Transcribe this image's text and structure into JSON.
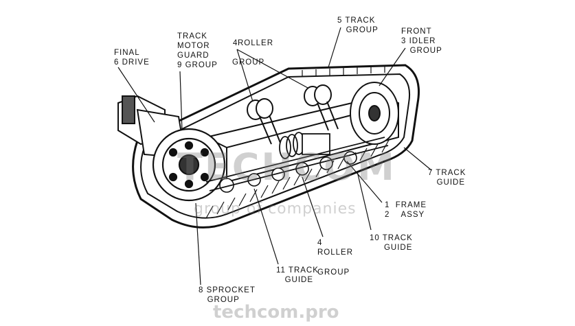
{
  "labels": {
    "final_drive": "FINAL\n6 DRIVE",
    "track_motor_guard": "TRACK\nMOTOR\nGUARD\n9 GROUP",
    "roller_top_num": "4",
    "roller_top_text": "ROLLER",
    "roller_top_group": "GROUP",
    "track_group": "5 TRACK\n   GROUP",
    "front_idler": "FRONT\n3 IDLER\n   GROUP",
    "track_guide_7": "7 TRACK\n   GUIDE",
    "frame_assy": "1  FRAME\n2    ASSY",
    "track_guide_10": "10 TRACK\n     GUIDE",
    "roller_bottom": "4\nROLLER",
    "track_guide_11": "11 TRACK\n   GUIDE",
    "track_guide_11_group": "GROUP",
    "sprocket": "8 SPROCKET\n   GROUP"
  },
  "watermark": {
    "main": "TECHCOM",
    "sub": "group of companies",
    "bottom": "techcom.pro"
  },
  "colors": {
    "ink": "#111111",
    "watermark": "#8a8a8a"
  }
}
